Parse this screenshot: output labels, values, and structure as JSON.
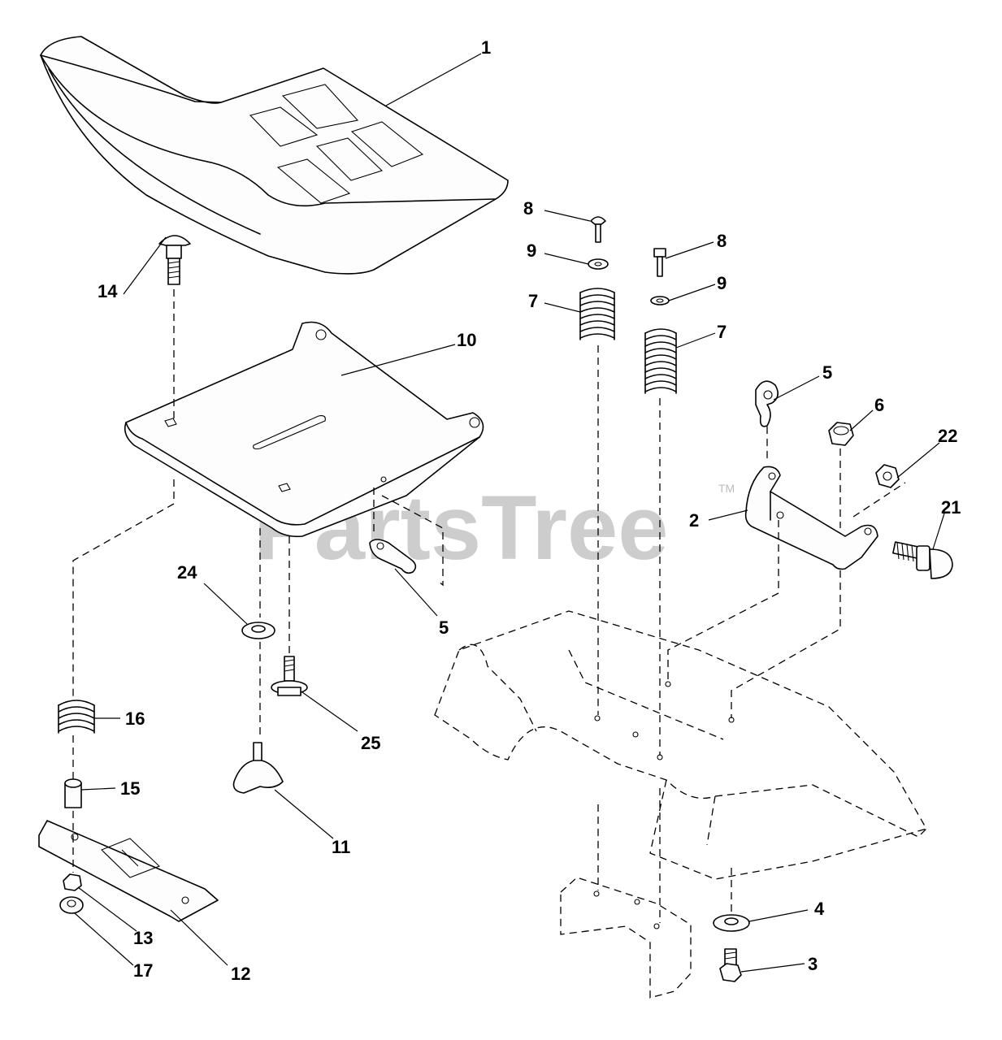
{
  "watermark": {
    "text": "PartsTree",
    "mark": "TM"
  },
  "callouts": {
    "c1": "1",
    "c14": "14",
    "c10": "10",
    "c8a": "8",
    "c9a": "9",
    "c7a": "7",
    "c8b": "8",
    "c9b": "9",
    "c7b": "7",
    "c5a": "5",
    "c6": "6",
    "c22": "22",
    "c2": "2",
    "c21": "21",
    "c24": "24",
    "c5b": "5",
    "c25": "25",
    "c16": "16",
    "c15": "15",
    "c11": "11",
    "c13": "13",
    "c17": "17",
    "c12": "12",
    "c4": "4",
    "c3": "3"
  }
}
